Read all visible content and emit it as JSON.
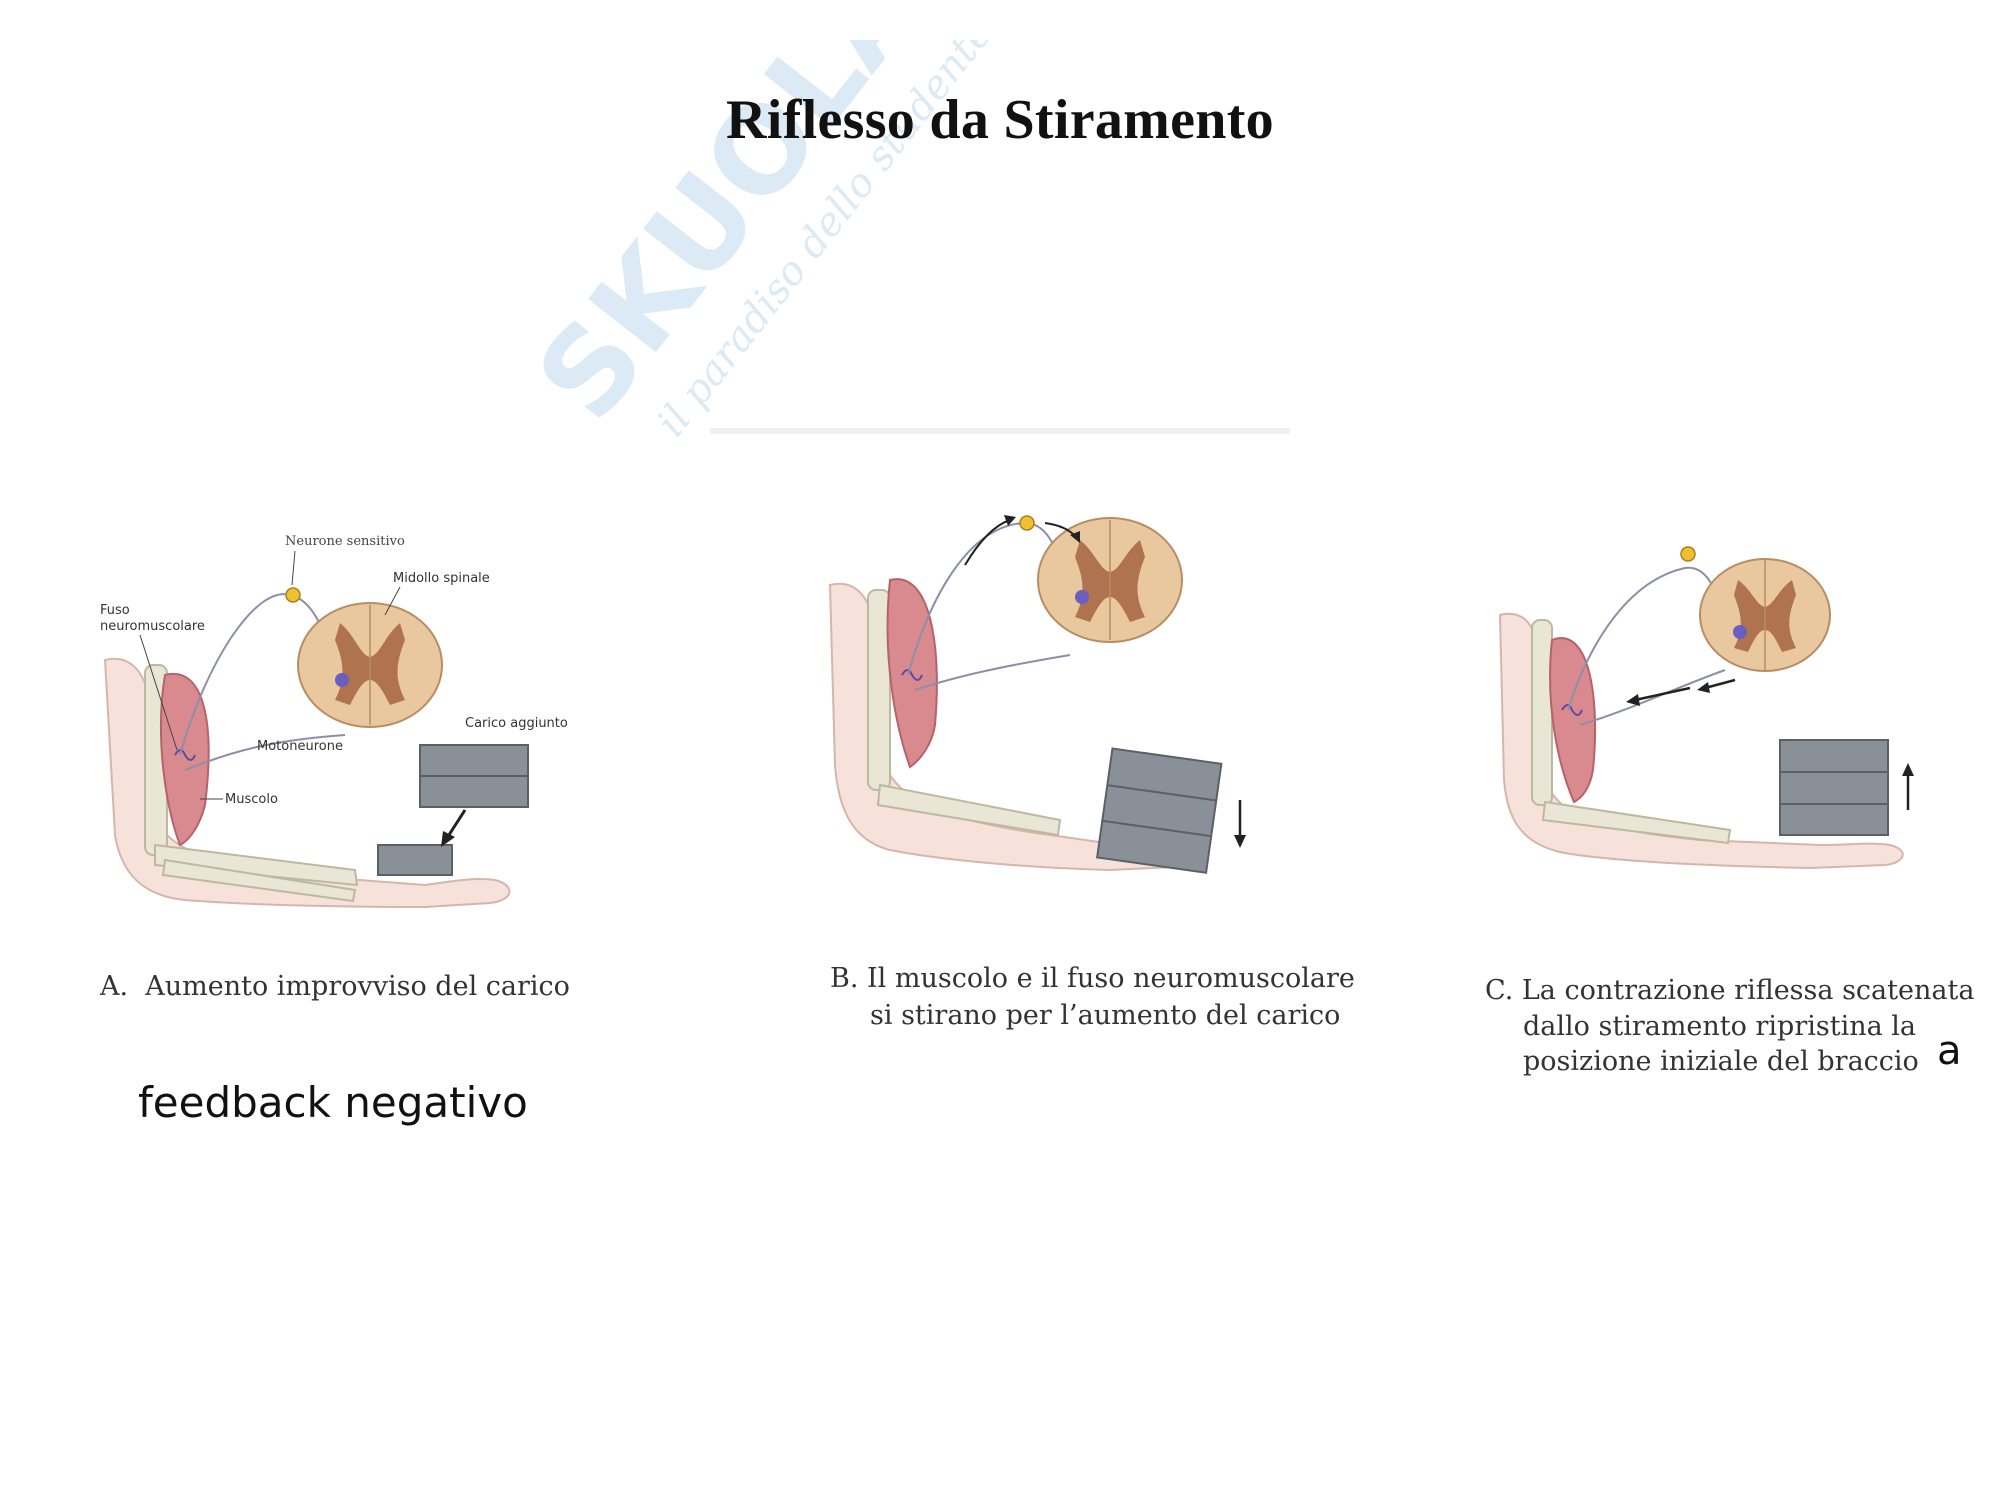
{
  "slide": {
    "title": "Riflesso da Stiramento",
    "note": "feedback negativo",
    "partial_char": "a"
  },
  "watermark": {
    "brand": "SKUOLA.net",
    "tagline": "il paradiso dello studente"
  },
  "panel_a": {
    "labels": {
      "sensory_neuron": "Neurone sensitivo",
      "spinal_cord": "Midollo spinale",
      "spindle_line1": "Fuso",
      "spindle_line2": "neuromuscolare",
      "motor_neuron": "Motoneurone",
      "added_load": "Carico aggiunto",
      "muscle": "Muscolo"
    },
    "caption": "A.  Aumento improvviso del carico"
  },
  "panel_b": {
    "caption_line1": "B. Il muscolo e il fuso neuromuscolare",
    "caption_line2": "si stirano per l’aumento del carico"
  },
  "panel_c": {
    "caption_line1": "C. La contrazione riflessa scatenata",
    "caption_line2": "dallo stiramento ripristina la",
    "caption_line3": "posizione iniziale del braccio"
  },
  "colors": {
    "muscle": "#d98a8e",
    "skin": "#f6e2da",
    "cord": "#e9c8a0",
    "gray_matter": "#b0734f",
    "neuron_body": "#f0c030",
    "motor_cell": "#6a5fc0",
    "weight": "#8a9098",
    "bone": "#e9e6d6"
  }
}
